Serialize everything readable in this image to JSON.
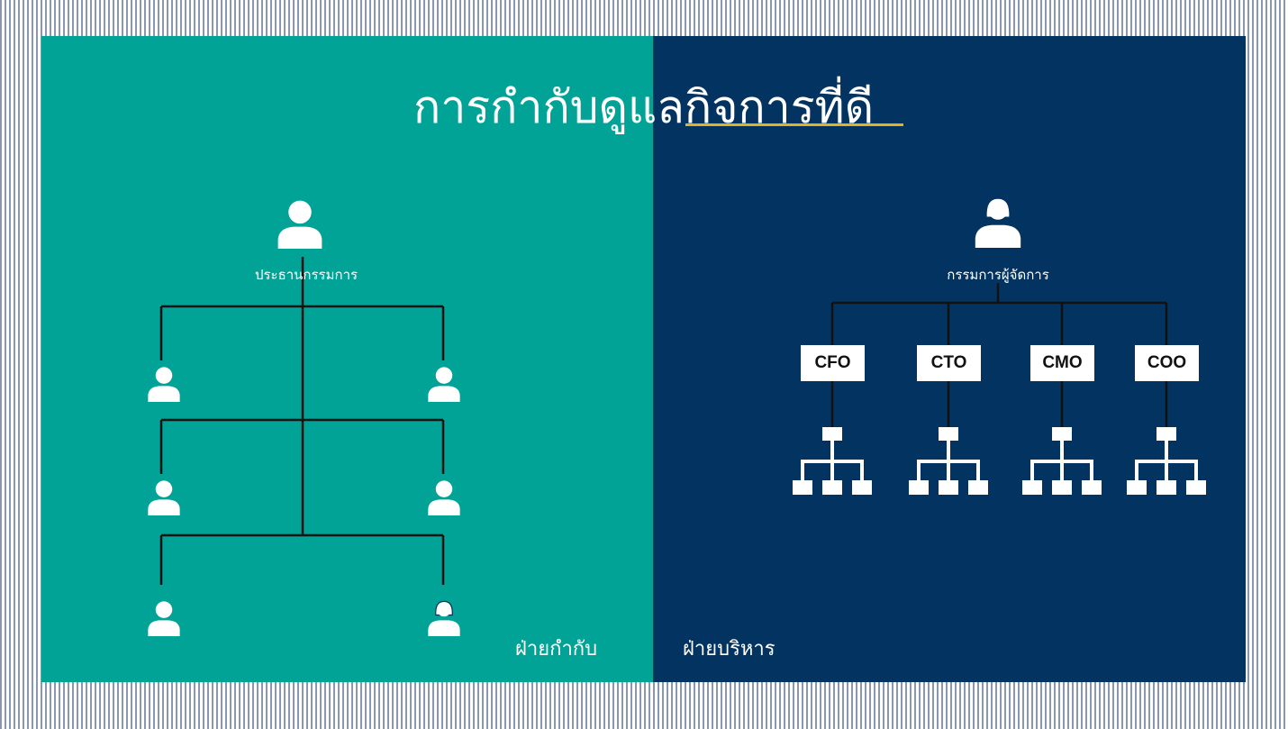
{
  "title": "การกำกับดูแลกิจการที่ดี",
  "left": {
    "top_label": "ประธานกรรมการ",
    "section_label": "ฝ่ายกำกับ"
  },
  "right": {
    "top_label": "กรรมการผู้จัดการ",
    "section_label": "ฝ่ายบริหาร",
    "executives": [
      "CFO",
      "CTO",
      "CMO",
      "COO"
    ]
  },
  "colors": {
    "left_bg": "#00a396",
    "right_bg": "#033461",
    "accent": "#e0b323"
  }
}
